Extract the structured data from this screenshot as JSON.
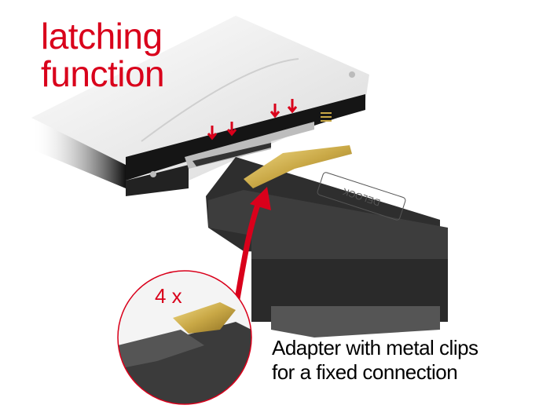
{
  "headline": {
    "line1": "latching",
    "line2": "function",
    "color": "#d9001b"
  },
  "caption": {
    "line1": "Adapter with metal clips",
    "line2": "for a fixed connection",
    "color": "#000000"
  },
  "detail_callout": {
    "multiplier_label": "4 x",
    "border_color": "#d9001b"
  },
  "product": {
    "brand_emboss": "DELOCK",
    "hdd_color": "#e8e8e8",
    "adapter_color": "#3a3a3a",
    "clip_color": "#c9a846",
    "arrow_color": "#d9001b"
  },
  "latch_arrows_count": 4
}
